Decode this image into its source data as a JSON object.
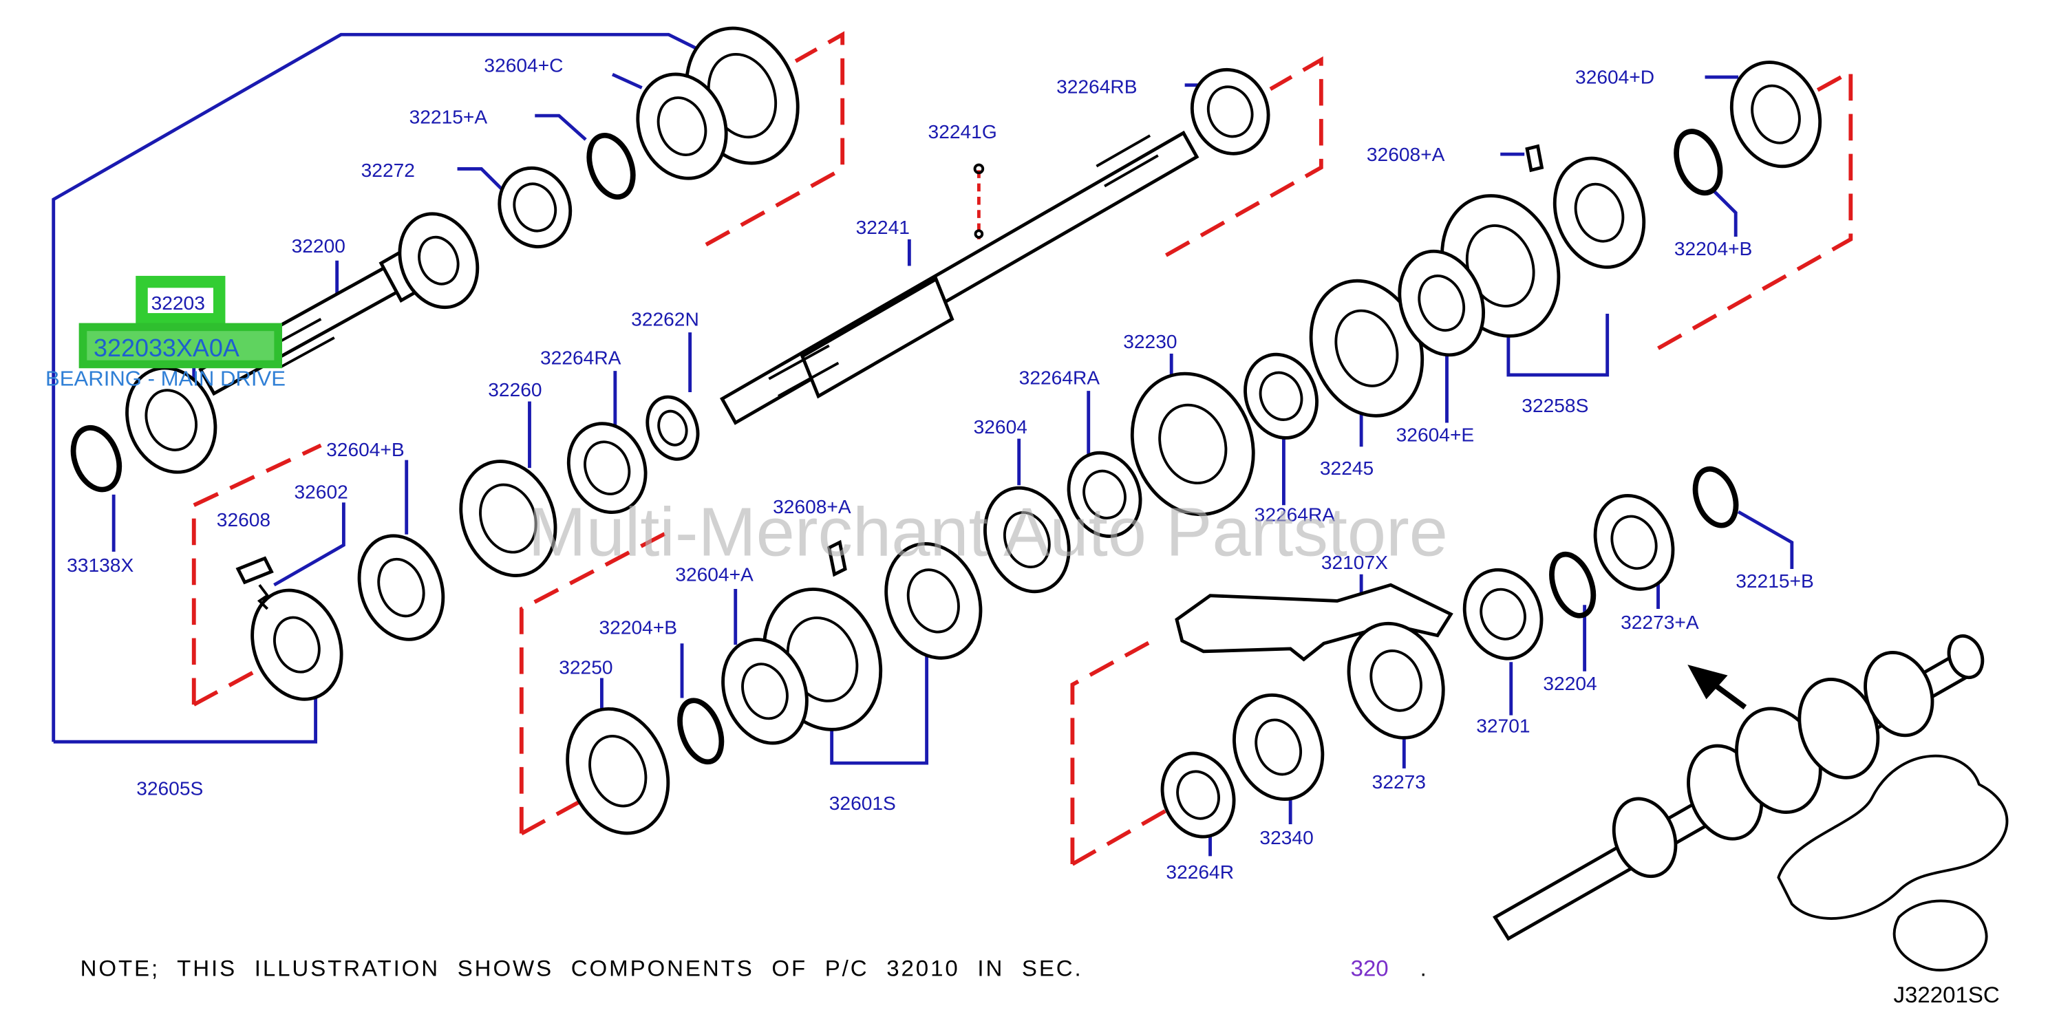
{
  "labels": {
    "l32604C": "32604+C",
    "l32215A": "32215+A",
    "l32272": "32272",
    "l32200": "32200",
    "l32203": "32203",
    "l322033XA0A": "322033XA0A",
    "l_bearing_desc": "BEARING - MAIN DRIVE",
    "l33138X": "33138X",
    "l32604B": "32604+B",
    "l32602": "32602",
    "l32608": "32608",
    "l32605S": "32605S",
    "l32260": "32260",
    "l32264RA_1": "32264RA",
    "l32262N": "32262N",
    "l32241": "32241",
    "l32241G": "32241G",
    "l32264RB": "32264RB",
    "l32608A_1": "32608+A",
    "l32604A": "32604+A",
    "l32204B_1": "32204+B",
    "l32250": "32250",
    "l32601S": "32601S",
    "l32604": "32604",
    "l32264RA_2": "32264RA",
    "l32230": "32230",
    "l32264RA_3": "32264RA",
    "l32245": "32245",
    "l32604E": "32604+E",
    "l32258S": "32258S",
    "l32608A_2": "32608+A",
    "l32604D": "32604+D",
    "l32204B_2": "32204+B",
    "l32107X": "32107X",
    "l32273": "32273",
    "l32340": "32340",
    "l32264R": "32264R",
    "l32701": "32701",
    "l32204": "32204",
    "l32273A": "32273+A",
    "l32215B": "32215+B"
  },
  "note": {
    "text": "NOTE; THIS ILLUSTRATION SHOWS COMPONENTS OF P/C 32010 IN SEC.",
    "section_link": "320",
    "period": "."
  },
  "watermark": "Multi-Merchant Auto Partstore",
  "diagram_code": "J32201SC",
  "colors": {
    "callout": "#1a1ab0",
    "highlight": "#32cd32",
    "boundary": "#e01c1c",
    "section_link": "#7a2fc9"
  }
}
